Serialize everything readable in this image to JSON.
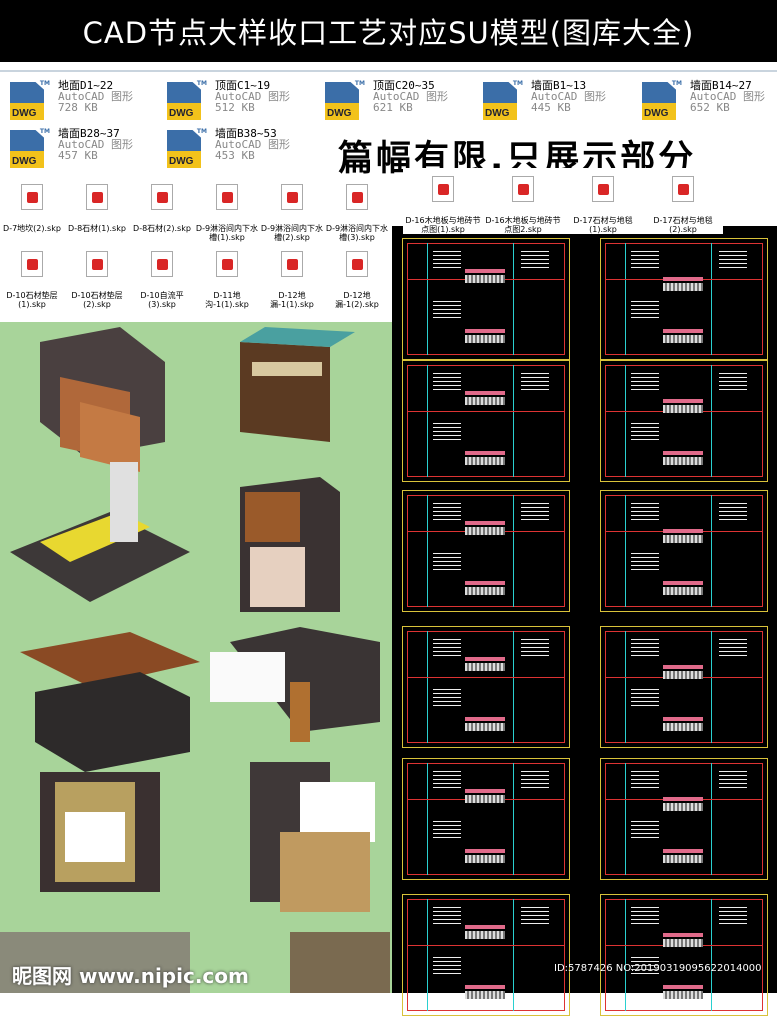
{
  "title": "CAD节点大样收口工艺对应SU模型(图库大全)",
  "dwg_files": [
    {
      "name": "地面D1~22",
      "type": "AutoCAD 图形",
      "size": "728 KB"
    },
    {
      "name": "顶面C1~19",
      "type": "AutoCAD 图形",
      "size": "512 KB"
    },
    {
      "name": "顶面C20~35",
      "type": "AutoCAD 图形",
      "size": "621 KB"
    },
    {
      "name": "墙面B1~13",
      "type": "AutoCAD 图形",
      "size": "445 KB"
    },
    {
      "name": "墙面B14~27",
      "type": "AutoCAD 图形",
      "size": "652 KB"
    },
    {
      "name": "墙面B28~37",
      "type": "AutoCAD 图形",
      "size": "457 KB"
    },
    {
      "name": "墙面B38~53",
      "type": "AutoCAD 图形",
      "size": "453 KB"
    }
  ],
  "dwg_badge": "DWG",
  "dwg_tm": "TM",
  "notice": "篇幅有限,只展示部分",
  "skp_files": [
    "D-7地坎(2).skp",
    "D-8石材(1).skp",
    "D-8石材(2).skp",
    "D-9淋浴间内下水槽(1).skp",
    "D-9淋浴间内下水槽(2).skp",
    "D-9淋浴间内下水槽(3).skp",
    "D-16木地板与地砖节点图(1).skp",
    "D-16木地板与地砖节点图2.skp",
    "D-17石材与地毯(1).skp",
    "D-17石材与地毯(2).skp",
    "D-10石材垫层(1).skp",
    "D-10石材垫层(2).skp",
    "D-10自流平(3).skp",
    "D-11地沟-1(1).skp",
    "D-12地漏-1(1).skp",
    "D-12地漏-1(2).skp"
  ],
  "watermark": {
    "site": "昵图网 www.nipic.com",
    "id": "ID:5787426 NO:20190319095622014000"
  },
  "colors": {
    "green_bg": "#a8d49a",
    "cad_bg": "#000000",
    "cad_frame": "#d8c23a",
    "cad_red": "#dd3333",
    "cad_cyan": "#2ad0d0"
  }
}
